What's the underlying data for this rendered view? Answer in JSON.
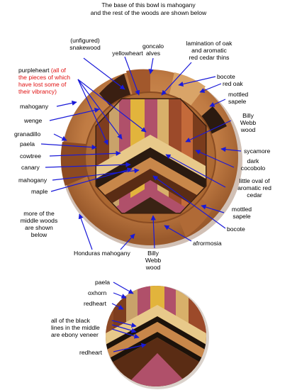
{
  "header": {
    "line1": "The base of this bowl is mahogany",
    "line2": "and the rest of the woods are shown below"
  },
  "top_labels": {
    "snakewood_1": "(unfigured)",
    "snakewood_2": "snakewood",
    "yellowheart": "yellowheart",
    "goncalo_1": "goncalo",
    "goncalo_2": "alves",
    "lamination_1": "lamination of oak",
    "lamination_2": "and aromatic",
    "lamination_3": "red cedar thins"
  },
  "left_labels": {
    "purpleheart": "purpleheart",
    "purple_note_1": "(all of",
    "purple_note_2": "the pieces of which",
    "purple_note_3": "have lost some of",
    "purple_note_4": "their vibrancy)",
    "mahogany_1": "mahogany",
    "wenge": "wenge",
    "granadillo": "granadillo",
    "paela": "paela",
    "cowtree": "cowtree",
    "canary": "canary",
    "mahogany_2": "mahogany",
    "maple": "maple"
  },
  "right_labels": {
    "bocote_1": "bocote",
    "red_oak": "red oak",
    "mottled_sapele_1a": "mottled",
    "mottled_sapele_1b": "sapele",
    "billy_webb_1a": "Billy",
    "billy_webb_1b": "Webb",
    "billy_webb_1c": "wood",
    "sycamore": "sycamore",
    "dark_cocobolo_1": "dark",
    "dark_cocobolo_2": "cocobolo",
    "little_oval_1": "little oval of",
    "little_oval_2": "aromatic red",
    "little_oval_3": "cedar",
    "mottled_sapele_2a": "mottled",
    "mottled_sapele_2b": "sapele",
    "bocote_2": "bocote",
    "afrormosia": "afrormosia"
  },
  "bottom_labels": {
    "more_1": "more of the",
    "more_2": "middle woods",
    "more_3": "are shown",
    "more_4": "below",
    "honduras": "Honduras mahogany",
    "billy_webb_2a": "Billy",
    "billy_webb_2b": "Webb",
    "billy_webb_2c": "wood"
  },
  "detail_labels": {
    "paela": "paela",
    "oxhorn": "oxhorn",
    "redheart_1": "redheart",
    "black_1": "all of the black",
    "black_2": "lines in the middle",
    "black_3": "are ebony veneer",
    "redheart_2": "redheart"
  },
  "colors": {
    "arrow": "#1a1ad8",
    "note_red": "#e01010",
    "wood_light": "#d9955a",
    "wood_mid": "#b46a35",
    "wood_dark": "#7a3c1c",
    "purpleheart": "#b0506a",
    "yellowheart": "#e2b43c"
  }
}
